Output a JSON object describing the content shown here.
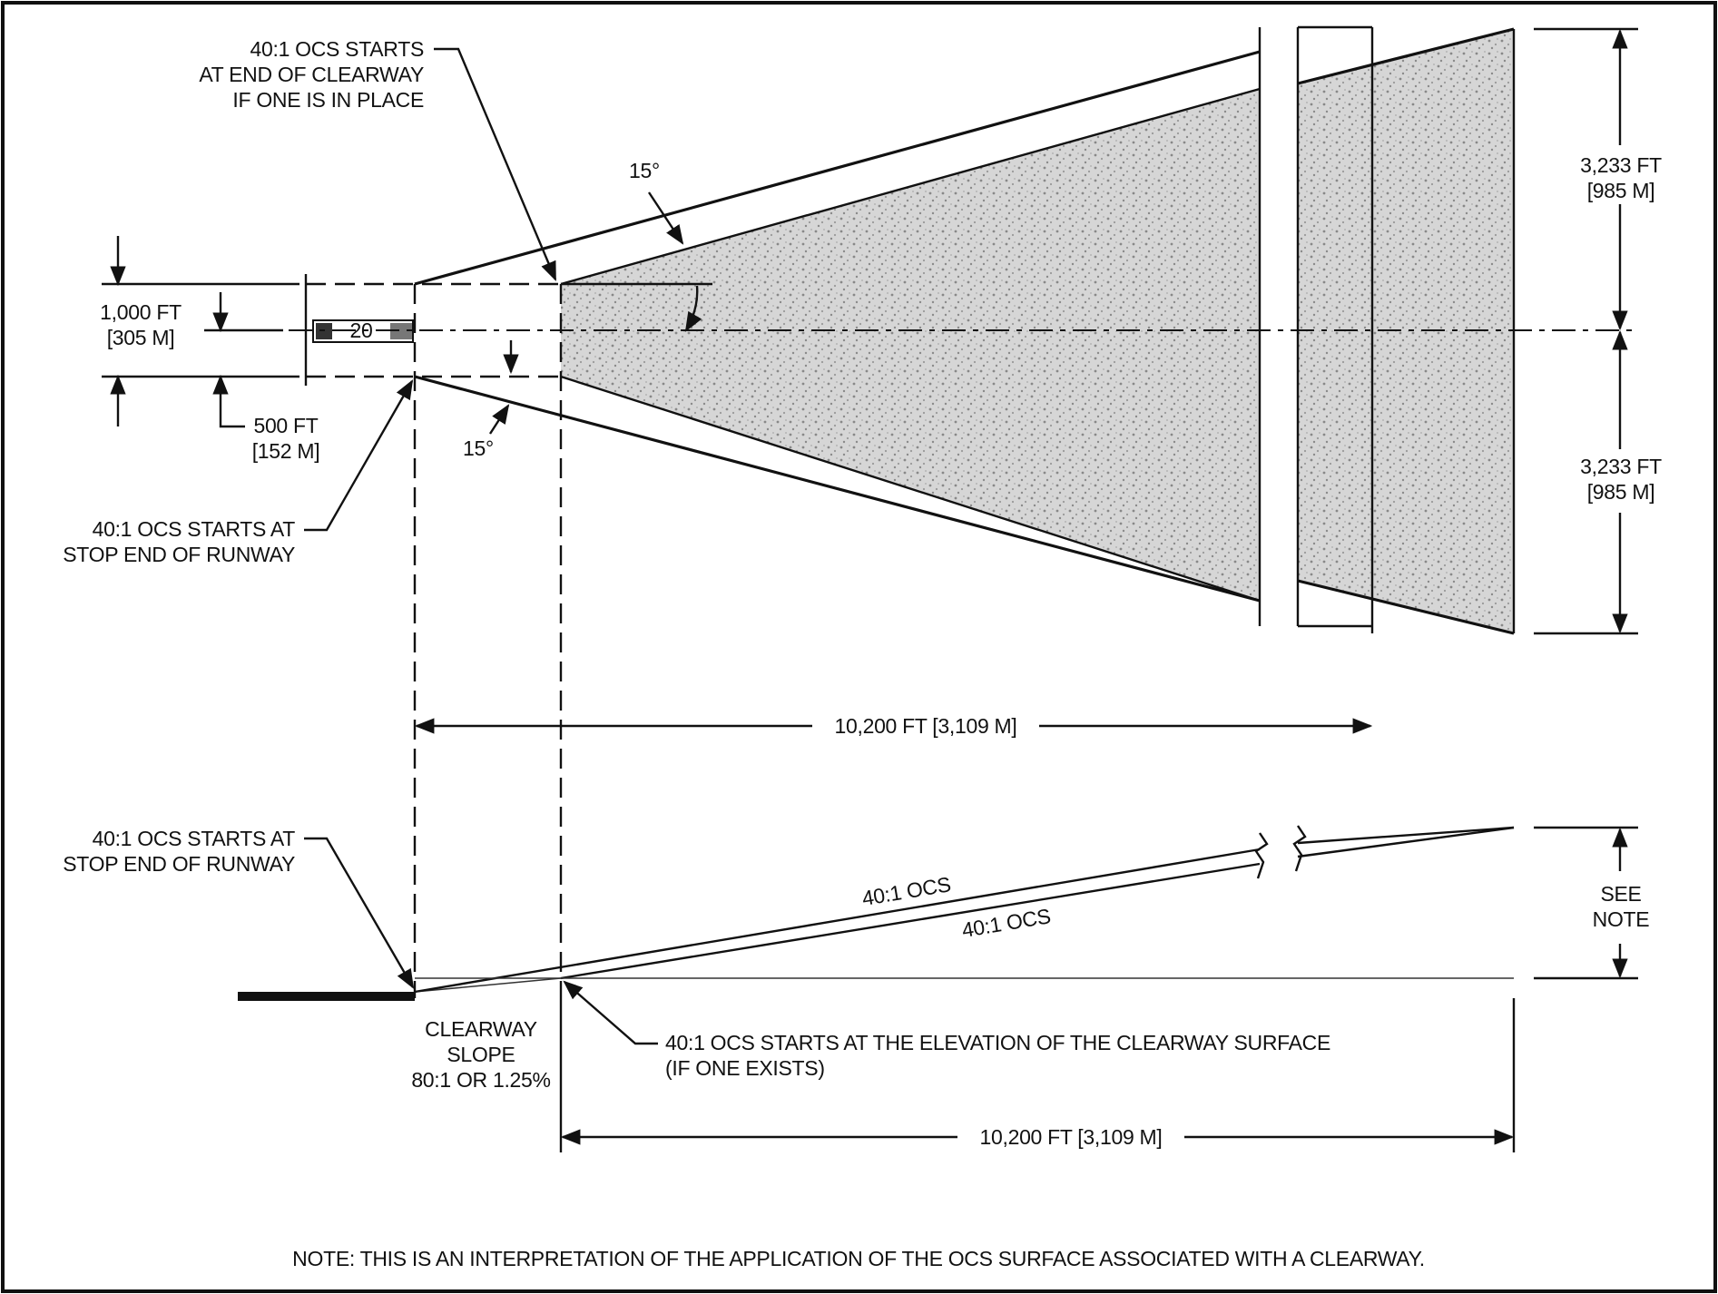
{
  "labels": {
    "ocs_clearway_top_1": "40:1 OCS STARTS",
    "ocs_clearway_top_2": "AT END OF CLEARWAY",
    "ocs_clearway_top_3": "IF ONE IS IN PLACE",
    "angle_top": "15°",
    "angle_bottom": "15°",
    "width_ft": "1,000 FT",
    "width_m": "[305 M]",
    "half_ft": "500 FT",
    "half_m": "[152 M]",
    "stop_end_plan_1": "40:1 OCS STARTS AT",
    "stop_end_plan_2": "STOP END OF RUNWAY",
    "half_width_upper_ft": "3,233 FT",
    "half_width_upper_m": "[985 M]",
    "half_width_lower_ft": "3,233 FT",
    "half_width_lower_m": "[985 M]",
    "length_plan": "10,200 FT [3,109 M]",
    "stop_end_profile_1": "40:1 OCS STARTS AT",
    "stop_end_profile_2": "STOP END OF RUNWAY",
    "ocs_upper": "40:1 OCS",
    "ocs_lower": "40:1 OCS",
    "see_note_1": "SEE",
    "see_note_2": "NOTE",
    "clearway_1": "CLEARWAY",
    "clearway_2": "SLOPE",
    "clearway_3": "80:1 OR 1.25%",
    "ocs_elev_1": "40:1 OCS STARTS AT THE ELEVATION OF THE CLEARWAY SURFACE",
    "ocs_elev_2": "(IF ONE EXISTS)",
    "length_profile": "10,200 FT [3,109 M]",
    "note": "NOTE:  THIS IS AN INTERPRETATION OF THE APPLICATION OF THE OCS SURFACE ASSOCIATED WITH A CLEARWAY.",
    "runway_marking": "20"
  },
  "colors": {
    "ink": "#111111",
    "frame": "#111111",
    "shading": "#c9c9c9"
  }
}
